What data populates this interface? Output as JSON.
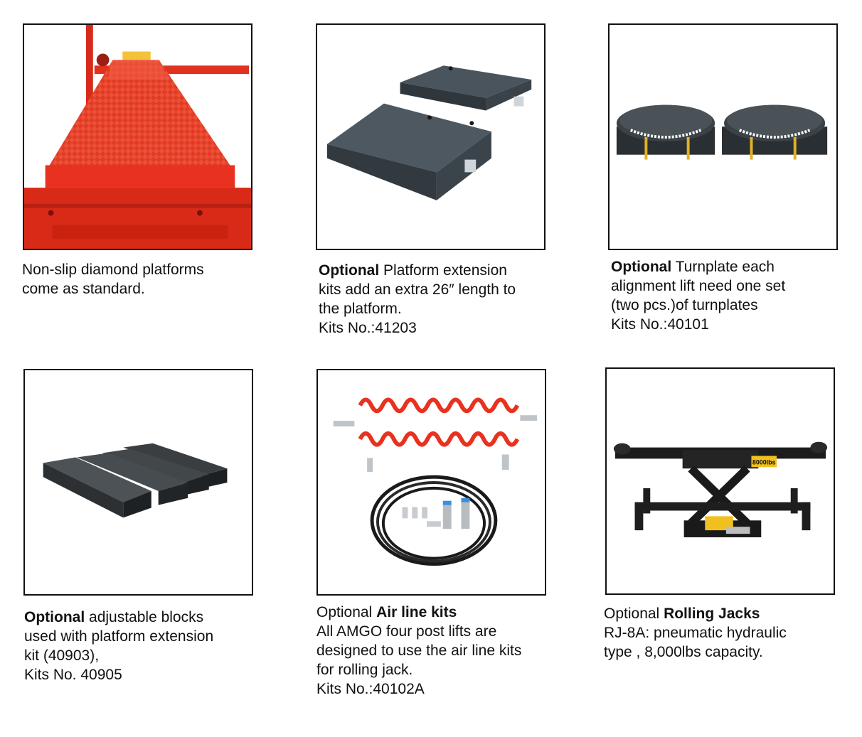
{
  "items": [
    {
      "icon": "diamond-platform-image",
      "caption_lines": [
        "Non-slip diamond platforms",
        "come as standard."
      ]
    },
    {
      "icon": "platform-extension-image",
      "caption_lead": "Optional",
      "caption_first": "Platform extension",
      "caption_lines": [
        "kits add an extra 26″ length to",
        "the platform.",
        "Kits No.:41203"
      ]
    },
    {
      "icon": "turnplate-image",
      "caption_lead": "Optional",
      "caption_first": "Turnplate each",
      "caption_lines": [
        "alignment lift need one set",
        "(two pcs.)of turnplates",
        "Kits No.:40101"
      ]
    },
    {
      "icon": "adjustable-blocks-image",
      "caption_lead": "Optional",
      "caption_first": "adjustable blocks",
      "caption_lines": [
        "used with platform extension",
        "kit (40903),",
        "Kits No. 40905"
      ]
    },
    {
      "icon": "air-line-kit-image",
      "caption_lead": "Optional",
      "caption_first": "Air line kits",
      "caption_lines": [
        "All AMGO four post lifts are",
        "designed to use the air line kits",
        "for rolling jack.",
        "Kits No.:40102A"
      ]
    },
    {
      "icon": "rolling-jack-image",
      "caption_lead": "Optional",
      "caption_first": "Rolling Jacks",
      "caption_lines": [
        "RJ-8A: pneumatic hydraulic",
        "type , 8,000lbs capacity."
      ]
    }
  ],
  "jack_label": "8000lbs",
  "colors": {
    "red": "#e8321f",
    "steel": "#3f4850",
    "black": "#1a1a1a"
  }
}
